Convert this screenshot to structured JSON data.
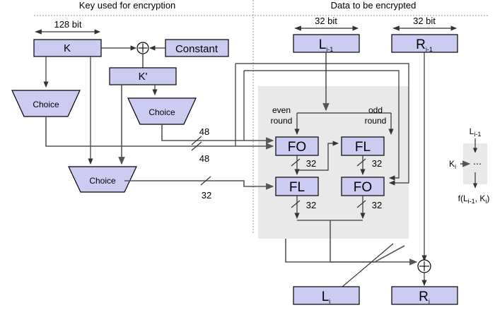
{
  "diagram": {
    "title_left": "Key used for encryption",
    "title_right": "Data to be encrypted",
    "key_side": {
      "width_label": "128 bit",
      "k_box": "K",
      "constant_box": "Constant",
      "kprime_box": "K'",
      "xor_symbol": "+",
      "choice_left": "Choice",
      "choice_mid": "Choice",
      "choice_bottom": "Choice",
      "bus_labels": [
        "48",
        "48",
        "32"
      ]
    },
    "data_side": {
      "width_label_left": "32 bit",
      "width_label_right": "32 bit",
      "input_left": "L",
      "input_left_sub": "i-1",
      "input_right": "R",
      "input_right_sub": "i-1",
      "output_left": "L",
      "output_left_sub": "i",
      "output_right": "R",
      "output_right_sub": "i",
      "even_round": [
        "even",
        "round"
      ],
      "odd_round": [
        "odd",
        "round"
      ],
      "blocks": [
        {
          "name": "FO",
          "column": "even",
          "row": 1
        },
        {
          "name": "FL",
          "column": "odd",
          "row": 1
        },
        {
          "name": "FL",
          "column": "even",
          "row": 2
        },
        {
          "name": "FO",
          "column": "odd",
          "row": 2
        }
      ],
      "bus_labels": [
        "32",
        "32",
        "32",
        "32"
      ],
      "xor_symbol": "+"
    },
    "legend": {
      "input": "L",
      "input_sub": "i-1",
      "key": "K",
      "key_sub": "i",
      "ellipsis": "⋯",
      "output_prefix": "f(L",
      "output_sub1": "i-1",
      "output_mid": ", K",
      "output_sub2": "i",
      "output_suffix": ")"
    },
    "colors": {
      "block_fill": "#ccccf2",
      "panel_fill": "#e9e9e9",
      "wire": "#555555",
      "stroke": "#000000"
    }
  }
}
